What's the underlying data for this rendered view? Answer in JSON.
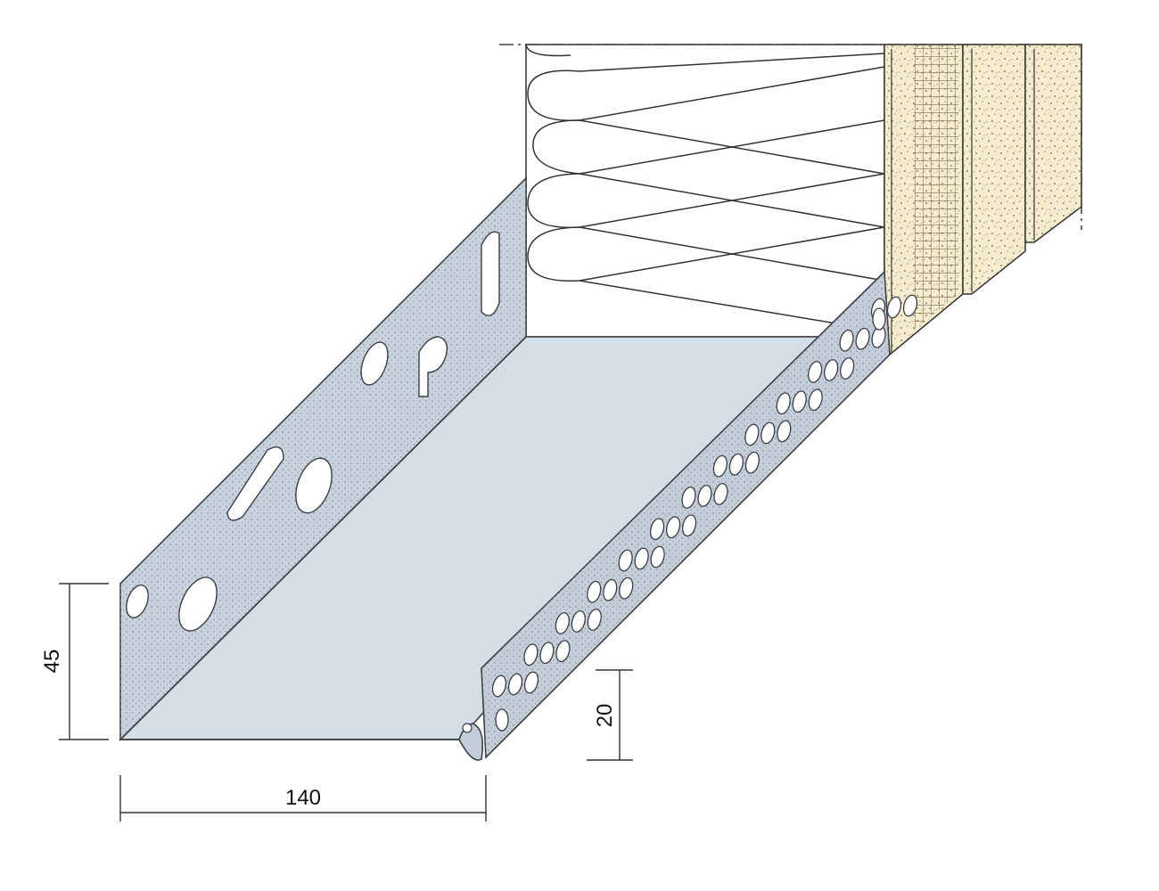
{
  "dimensions": {
    "height_total": "45",
    "front_lip": "20",
    "width": "140"
  },
  "colors": {
    "metal_light": "#d9e0e8",
    "metal_mid": "#c4cdd8",
    "metal_dark": "#b3bfcc",
    "metal_edge": "#3a3f47",
    "insulation": "#ffffff",
    "plaster": "#f4eccd",
    "speckle": "#7a7360",
    "dimension_line": "#333333"
  },
  "icons": [
    "insulation-batt",
    "reinforcement-mesh",
    "render-layer",
    "perforated-base-profile"
  ]
}
